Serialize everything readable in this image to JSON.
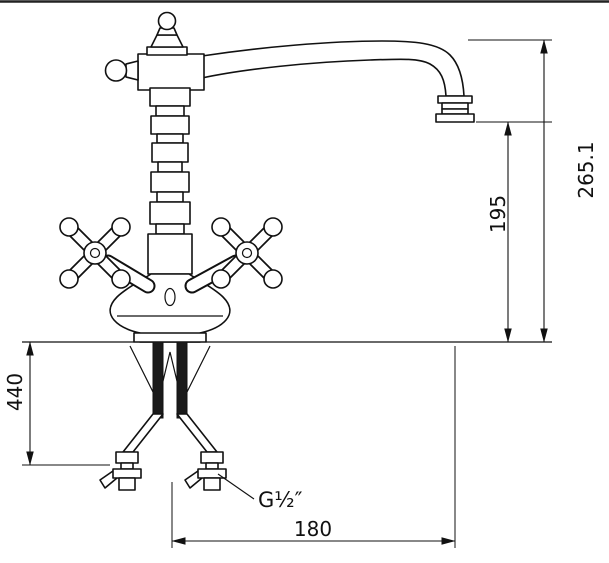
{
  "drawing": {
    "kind": "faucet-technical-drawing",
    "colors": {
      "ink": "#111111",
      "background": "#ffffff"
    },
    "dimensions": {
      "d265": "265.1",
      "d195": "195",
      "d440": "440",
      "d180": "180",
      "thread": "G½″"
    }
  }
}
